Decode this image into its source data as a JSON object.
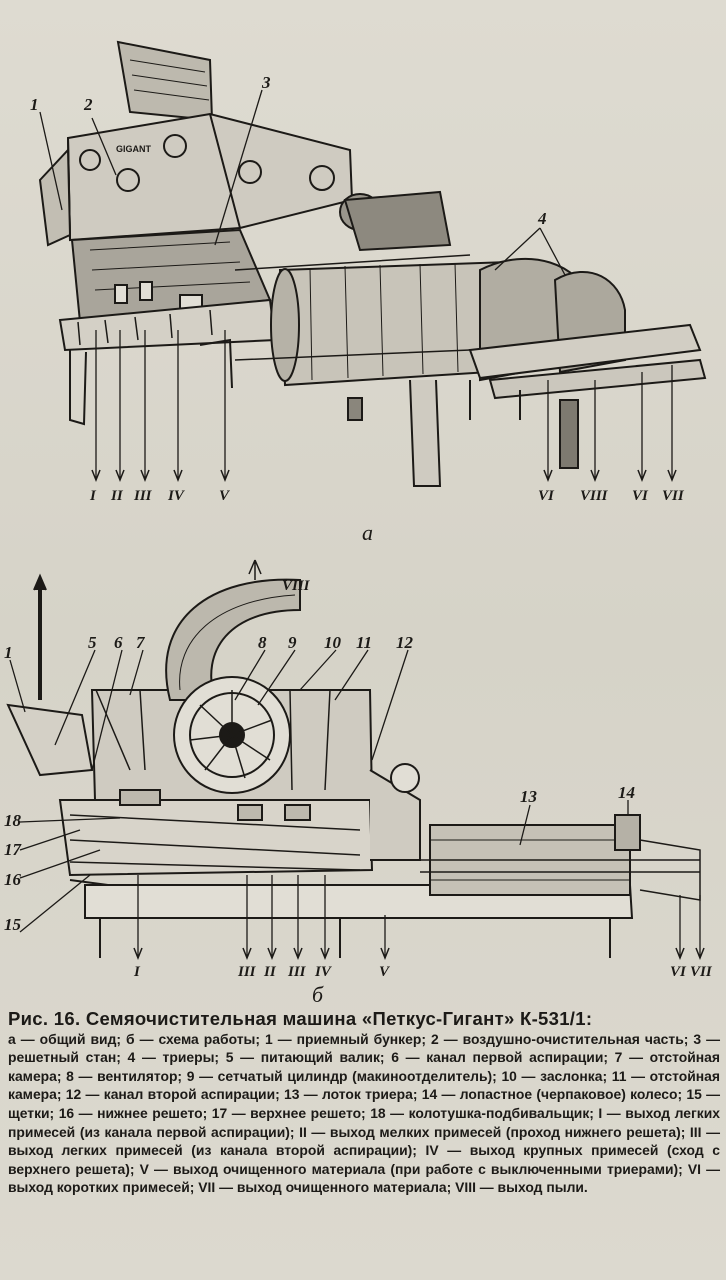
{
  "figure_a": {
    "brand_plate": "GIGANT",
    "part_labels": [
      "1",
      "2",
      "3",
      "4"
    ],
    "outlet_labels": [
      "I",
      "II",
      "III",
      "IV",
      "V",
      "VI",
      "VIII",
      "VI",
      "VII"
    ],
    "subfigure_label": "а"
  },
  "figure_b": {
    "part_labels": [
      "1",
      "5",
      "6",
      "7",
      "8",
      "9",
      "10",
      "11",
      "12",
      "13",
      "14",
      "15",
      "16",
      "17",
      "18"
    ],
    "outlet_labels": [
      "I",
      "III",
      "II",
      "III",
      "IV",
      "V",
      "VI",
      "VII"
    ],
    "top_outlet_label": "VIII",
    "subfigure_label": "б"
  },
  "caption": {
    "title": "Рис. 16. Семяочистительная машина «Петкус-Гигант» К-531/1:",
    "body": "а — общий вид; б — схема работы; 1 — приемный бункер; 2 — воздушно-очистительная часть; 3 — решетный стан; 4 — триеры; 5 — питающий валик; 6 — канал первой аспирации; 7 — отстойная камера; 8 — вентилятор; 9 — сетчатый цилиндр (макиноотделитель); 10 — заслонка; 11 — отстойная камера; 12 — канал второй аспирации; 13 — лоток триера; 14 — лопастное (черпаковое) колесо; 15 — щетки; 16 — нижнее решето; 17 — верхнее решето; 18 — колотушка-подбивальщик; I — выход легких примесей (из канала первой аспирации); II — выход мелких примесей (проход нижнего решета); III — выход легких примесей (из канала второй аспирации); IV — выход крупных примесей (сход с верхнего решета); V — выход очищенного материала (при работе с выключенными триерами); VI — выход коротких примесей; VII — выход очищенного материала; VIII — выход пыли."
  }
}
